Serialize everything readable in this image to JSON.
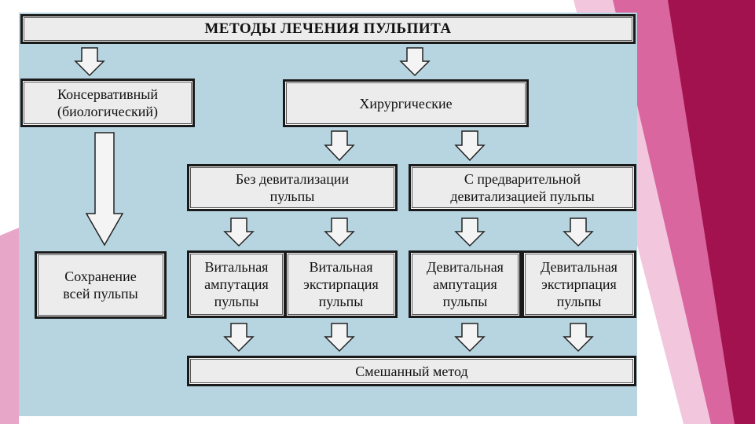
{
  "diagram": {
    "title": "МЕТОДЫ ЛЕЧЕНИЯ ПУЛЬПИТА",
    "conservative": {
      "line1": "Консервативный",
      "line2": "(биологический)"
    },
    "surgical": "Хирургические",
    "without_devitalization": {
      "line1": "Без девитализации",
      "line2": "пульпы"
    },
    "with_devitalization": {
      "line1": "С предварительной",
      "line2": "девитализацией пульпы"
    },
    "preserve_pulp": {
      "line1": "Сохранение",
      "line2": "всей пульпы"
    },
    "vital_amputation": {
      "line1": "Витальная",
      "line2": "ампутация",
      "line3": "пульпы"
    },
    "vital_extirpation": {
      "line1": "Витальная",
      "line2": "экстирпация",
      "line3": "пульпы"
    },
    "devital_amputation": {
      "line1": "Девитальная",
      "line2": "ампутация",
      "line3": "пульпы"
    },
    "devital_extirpation": {
      "line1": "Девитальная",
      "line2": "экстирпация",
      "line3": "пульпы"
    },
    "mixed_method": "Смешанный метод"
  },
  "colors": {
    "panel": "#b7d5e1",
    "box_fill": "#ececec",
    "border": "#1a1a1a",
    "accent_magenta": "#c0307a"
  }
}
